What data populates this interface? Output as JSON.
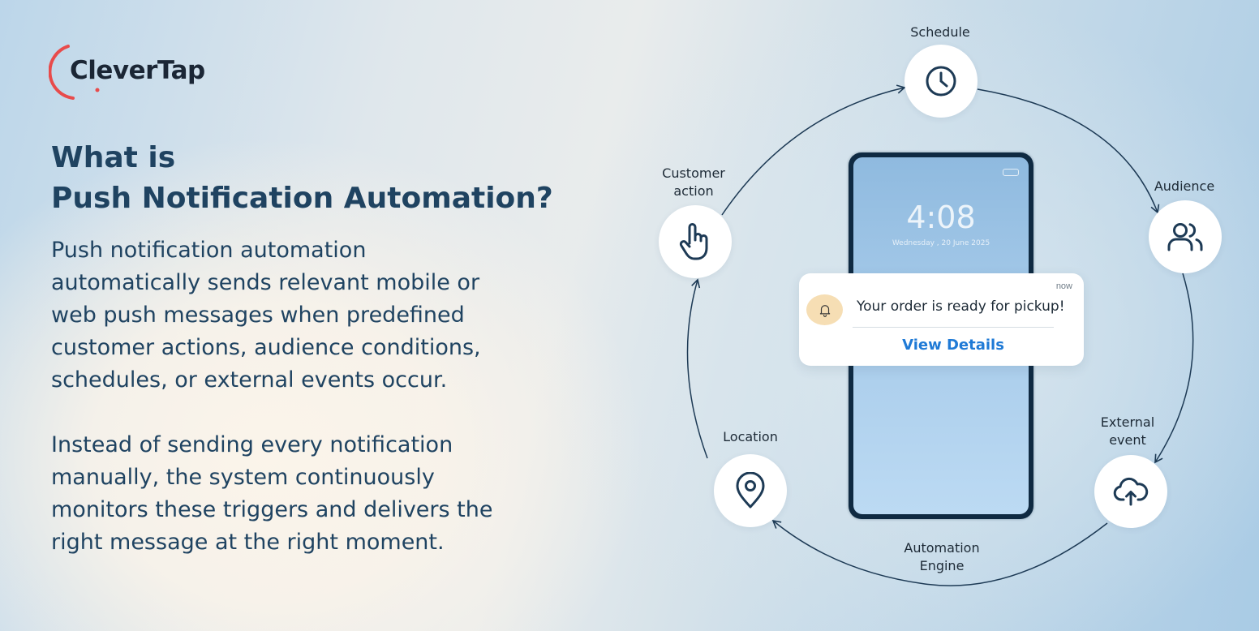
{
  "brand": {
    "name": "CleverTap",
    "accent_color": "#e84b4b"
  },
  "headline": {
    "line1": "What is",
    "line2": "Push Notification Automation?"
  },
  "paragraphs": [
    [
      "Push notification automation",
      "automatically sends relevant mobile or",
      "web push messages when predefined",
      "customer actions, audience conditions,",
      "schedules, or external events occur."
    ],
    [
      "Instead of sending every notification",
      "manually, the system continuously",
      "monitors these triggers and delivers the",
      "right message at the right moment."
    ]
  ],
  "cycle": {
    "nodes": [
      {
        "key": "schedule",
        "label": [
          "Schedule"
        ],
        "icon": "clock-icon"
      },
      {
        "key": "audience",
        "label": [
          "Audience"
        ],
        "icon": "users-icon"
      },
      {
        "key": "external_event",
        "label": [
          "External",
          "event"
        ],
        "icon": "cloud-upload-icon"
      },
      {
        "key": "location",
        "label": [
          "Location"
        ],
        "icon": "map-pin-icon"
      },
      {
        "key": "customer_action",
        "label": [
          "Customer",
          "action"
        ],
        "icon": "hand-pointer-icon"
      }
    ],
    "center_label": [
      "Automation",
      "Engine"
    ]
  },
  "phone": {
    "time": "4:08",
    "date": "Wednesday , 20 June 2025"
  },
  "notification": {
    "time": "now",
    "message": "Your order is ready for pickup!",
    "cta": "View Details",
    "icon": "bell-icon"
  },
  "colors": {
    "heading": "#1f4361",
    "icon_stroke": "#1d3a55",
    "cta": "#1f7ad6",
    "bell_bg": "#f6deb4"
  }
}
